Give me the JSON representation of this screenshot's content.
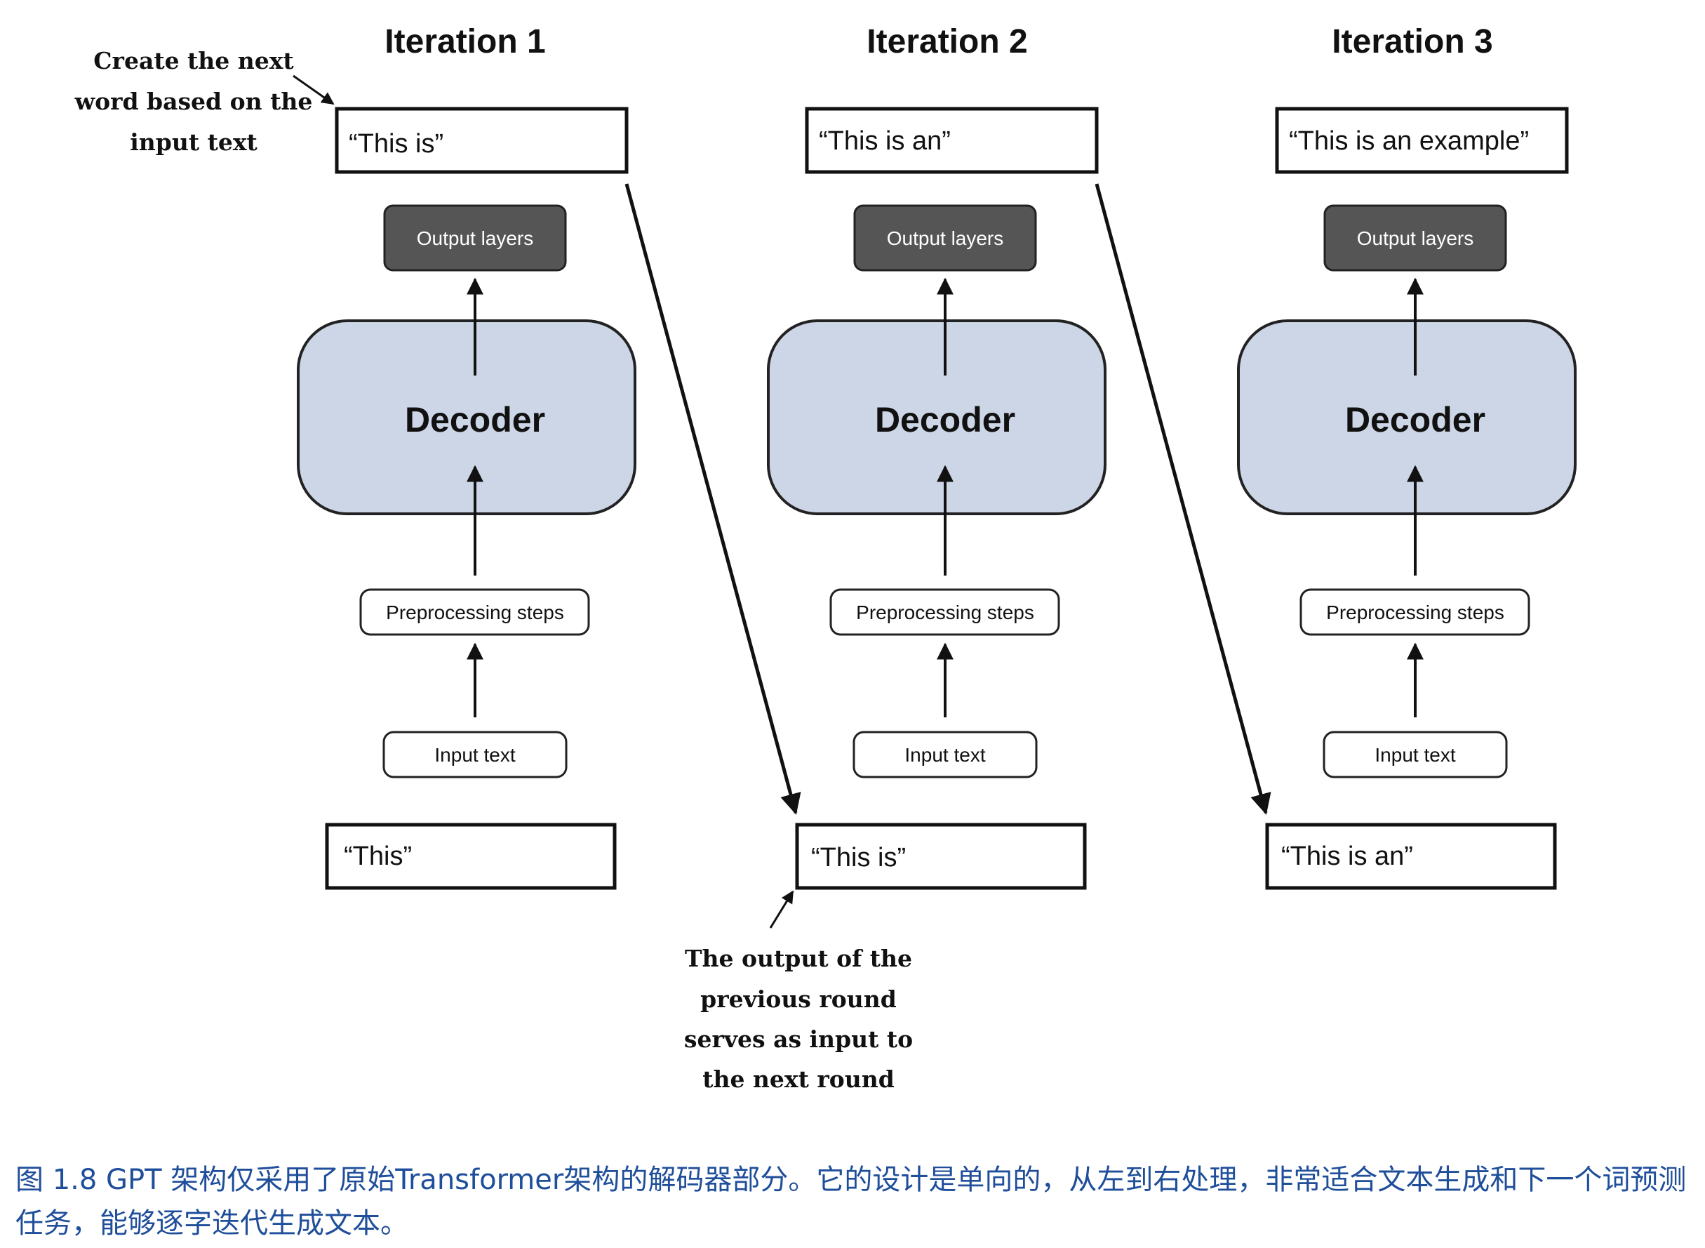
{
  "iterations": [
    {
      "title": "Iteration 1",
      "output_text": "“This is”",
      "output_layers": "Output layers",
      "decoder": "Decoder",
      "preprocessing": "Preprocessing steps",
      "input_label": "Input text",
      "input_value": "“This”"
    },
    {
      "title": "Iteration 2",
      "output_text": "“This is an”",
      "output_layers": "Output layers",
      "decoder": "Decoder",
      "preprocessing": "Preprocessing steps",
      "input_label": "Input text",
      "input_value": "“This is”"
    },
    {
      "title": "Iteration 3",
      "output_text": "“This is an example”",
      "output_layers": "Output layers",
      "decoder": "Decoder",
      "preprocessing": "Preprocessing steps",
      "input_label": "Input text",
      "input_value": "“This is an”"
    }
  ],
  "annotations": {
    "top_left": [
      "Create the next",
      "word based on the",
      "input text"
    ],
    "bottom": [
      "The output of the",
      "previous round",
      "serves as input to",
      "the next round"
    ]
  },
  "caption": "图 1.8  GPT 架构仅采用了原始Transformer架构的解码器部分。它的设计是单向的，从左到右处理，非常适合文本生成和下一个词预测任务，能够逐字迭代生成文本。",
  "colors": {
    "decoder_fill": "#ccd6e6",
    "output_layers_fill": "#555555",
    "caption_color": "#1f4e9a"
  }
}
